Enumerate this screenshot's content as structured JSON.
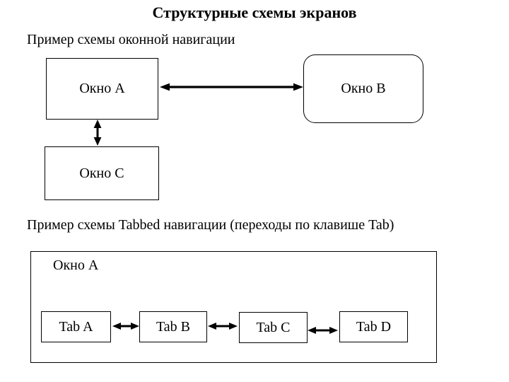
{
  "title": "Структурные схемы экранов",
  "window_nav": {
    "caption": "Пример схемы оконной навигации",
    "window_a": "Окно A",
    "window_b": "Окно B",
    "window_c": "Окно C"
  },
  "tabbed_nav": {
    "caption": "Пример схемы Tabbed навигации (переходы по клавише Tab)",
    "window_label": "Окно A",
    "tabs": [
      {
        "label": "Tab A"
      },
      {
        "label": "Tab B"
      },
      {
        "label": "Tab C"
      },
      {
        "label": "Tab D"
      }
    ]
  },
  "colors": {
    "background": "#ffffff",
    "line": "#000000",
    "text": "#000000"
  }
}
